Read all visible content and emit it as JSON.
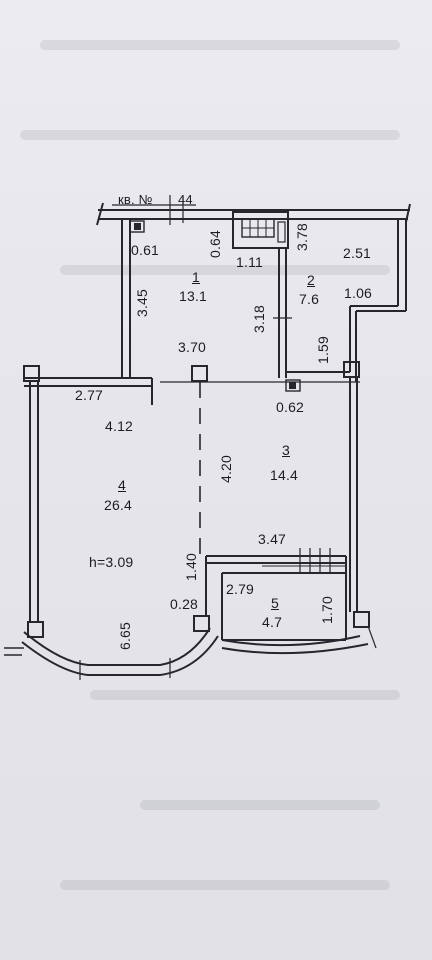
{
  "plan": {
    "apartment_label": "кв. №",
    "apartment_number": "44",
    "ceiling_height": "h=3.09",
    "rooms": [
      {
        "number": "1",
        "area": "13.1"
      },
      {
        "number": "2",
        "area": "7.6"
      },
      {
        "number": "3",
        "area": "14.4"
      },
      {
        "number": "4",
        "area": "26.4"
      },
      {
        "number": "5",
        "area": "4.7"
      }
    ],
    "dimensions": {
      "d061": "0.61",
      "d064": "0.64",
      "d111": "1.11",
      "d378": "3.78",
      "d251": "2.51",
      "d106": "1.06",
      "d345": "3.45",
      "d318": "3.18",
      "d159": "1.59",
      "d370": "3.70",
      "d277": "2.77",
      "d062": "0.62",
      "d412": "4.12",
      "d420": "4.20",
      "d347": "3.47",
      "d140": "1.40",
      "d279": "2.79",
      "d028": "0.28",
      "d170": "1.70",
      "d665": "6.65"
    }
  }
}
